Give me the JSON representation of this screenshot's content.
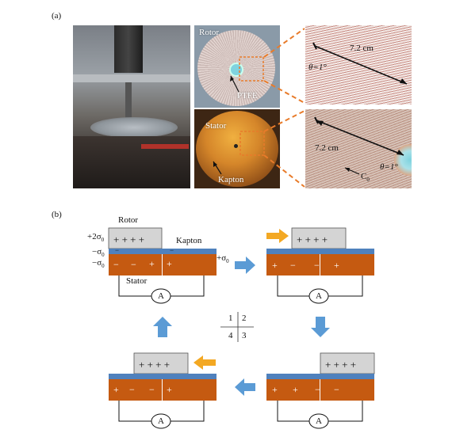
{
  "panel_a": {
    "label": "(a)",
    "rotor_photo": {
      "title": "Rotor",
      "material": "PTFE"
    },
    "stator_photo": {
      "title": "Stator",
      "material": "Kapton"
    },
    "zoom_rotor": {
      "length": "7.2 cm",
      "angle": "θ=1°"
    },
    "zoom_stator": {
      "length": "7.2 cm",
      "angle": "θ=1°",
      "capacitance": "C"
    }
  },
  "panel_b": {
    "label": "(b)",
    "rotor_label": "Rotor",
    "kapton_label": "Kapton",
    "stator_label": "Stator",
    "charge_rotor": "+2σ",
    "charge_kapton": "−σ",
    "charge_electrode_neg": "−σ",
    "charge_electrode_pos": "+σ",
    "charge_subscript": "0",
    "plus_row": "+ + + +",
    "ammeter": "A",
    "quadrants": [
      "1",
      "2",
      "4",
      "3"
    ],
    "stage1_signs": [
      "−",
      "−",
      "+",
      "+"
    ],
    "stage2_signs": [
      "+",
      "−",
      "−",
      "+"
    ],
    "stage3_signs": [
      "+",
      "+",
      "−",
      "−"
    ],
    "stage4_signs": [
      "+",
      "−",
      "−",
      "+"
    ],
    "kapton_minus": "−",
    "colors": {
      "rotor_gray": "#d4d4d4",
      "kapton_blue": "#4f81bd",
      "electrode_brown": "#c55a11",
      "blue_arrow": "#5b9bd5",
      "orange_arrow": "#f3a823"
    }
  }
}
